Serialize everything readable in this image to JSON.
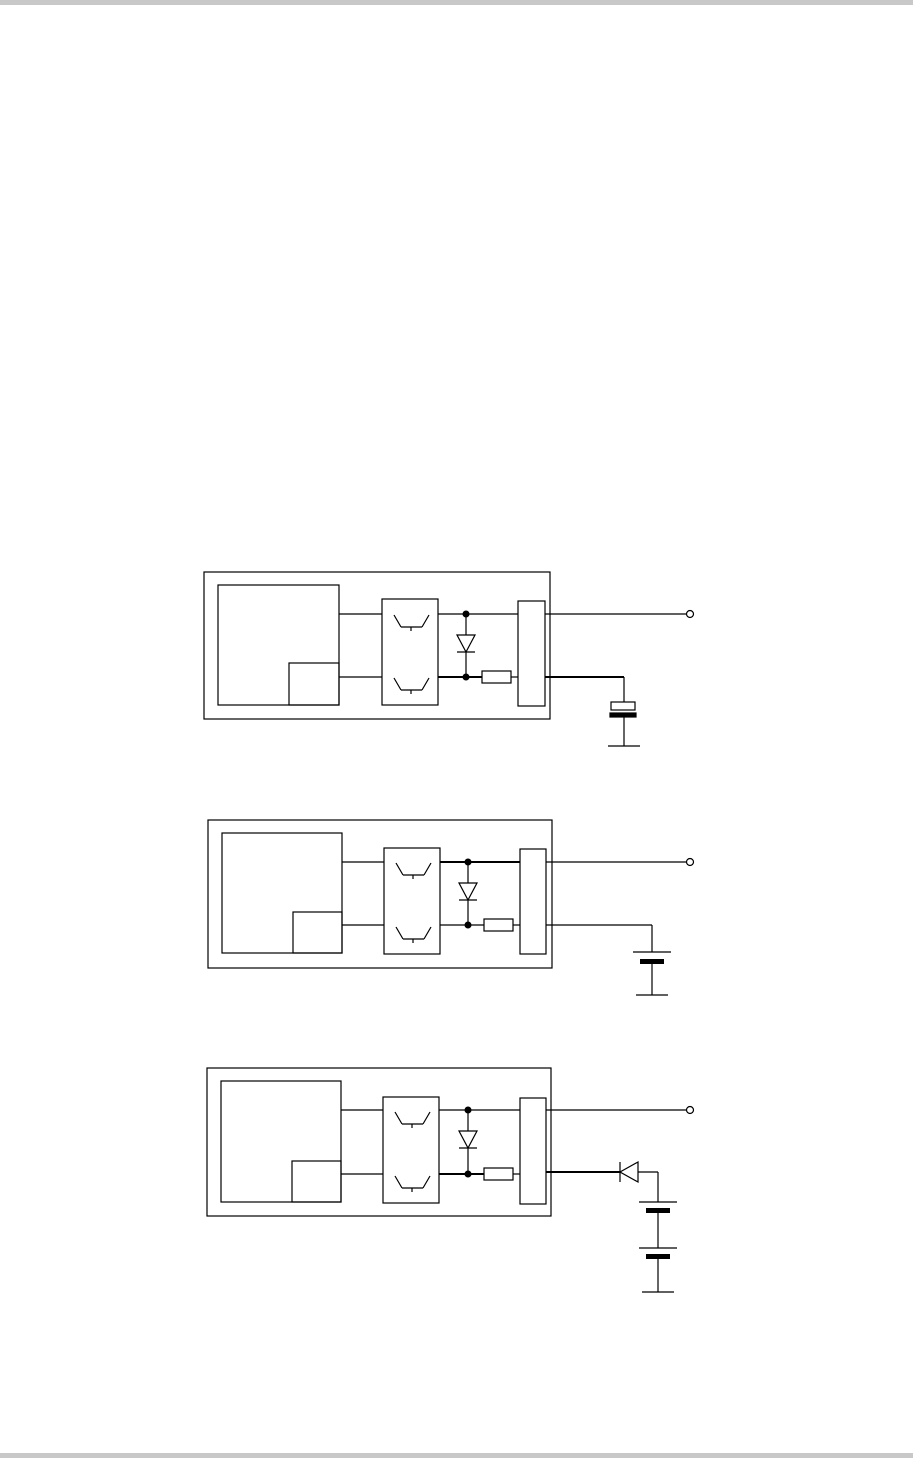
{
  "page": {
    "title": "",
    "colors": {
      "line": "#000000",
      "background": "#ffffff",
      "rule": "#c8c8c8"
    }
  },
  "diagrams": [
    {
      "id": "circuit-1",
      "external_component": "capacitor"
    },
    {
      "id": "circuit-2",
      "external_component": "battery-cell"
    },
    {
      "id": "circuit-3",
      "external_component": "diode-and-two-battery-cells"
    }
  ]
}
